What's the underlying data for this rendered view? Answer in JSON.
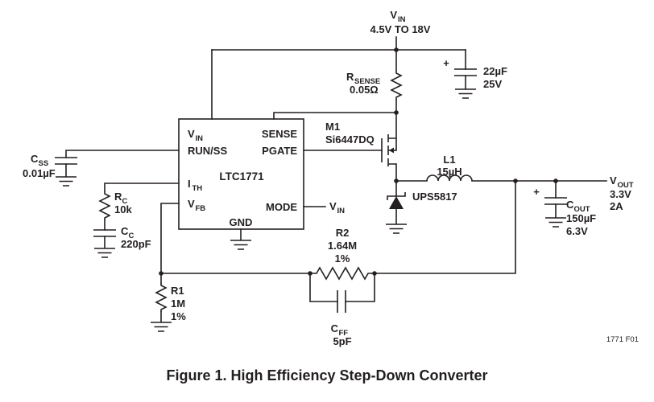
{
  "caption": "Figure 1. High Efficiency Step-Down Converter",
  "fig_code": "1771 F01",
  "colors": {
    "ic_fill": "#f2b4ac",
    "line": "#231f20"
  },
  "ic": {
    "part": "LTC1771",
    "pins": {
      "vin": {
        "main": "V",
        "sub": "IN"
      },
      "run_ss": "RUN/SS",
      "ith": {
        "main": "I",
        "sub": "TH"
      },
      "vfb": {
        "main": "V",
        "sub": "FB"
      },
      "sense": "SENSE",
      "pgate": "PGATE",
      "mode": "MODE",
      "gnd": "GND"
    }
  },
  "power": {
    "vin": {
      "main": "V",
      "sub": "IN",
      "range": "4.5V TO 18V"
    },
    "vout": {
      "main": "V",
      "sub": "OUT",
      "voltage": "3.3V",
      "current": "2A"
    }
  },
  "components": {
    "rsense": {
      "main": "R",
      "sub": "SENSE",
      "value": "0.05Ω"
    },
    "cin": {
      "plus": "+",
      "value": "22µF",
      "rating": "25V"
    },
    "m1": {
      "ref": "M1",
      "part": "Si6447DQ"
    },
    "l1": {
      "ref": "L1",
      "value": "15µH"
    },
    "d1": {
      "part": "UPS5817"
    },
    "cout": {
      "plus": "+",
      "main": "C",
      "sub": "OUT",
      "value": "150µF",
      "rating": "6.3V"
    },
    "css": {
      "main": "C",
      "sub": "SS",
      "value": "0.01µF"
    },
    "rc": {
      "main": "R",
      "sub": "C",
      "value": "10k"
    },
    "cc": {
      "main": "C",
      "sub": "C",
      "value": "220pF"
    },
    "r1": {
      "ref": "R1",
      "value": "1M",
      "tol": "1%"
    },
    "r2": {
      "ref": "R2",
      "value": "1.64M",
      "tol": "1%"
    },
    "cff": {
      "main": "C",
      "sub": "FF",
      "value": "5pF"
    },
    "mode_tie": {
      "main": "V",
      "sub": "IN"
    }
  }
}
